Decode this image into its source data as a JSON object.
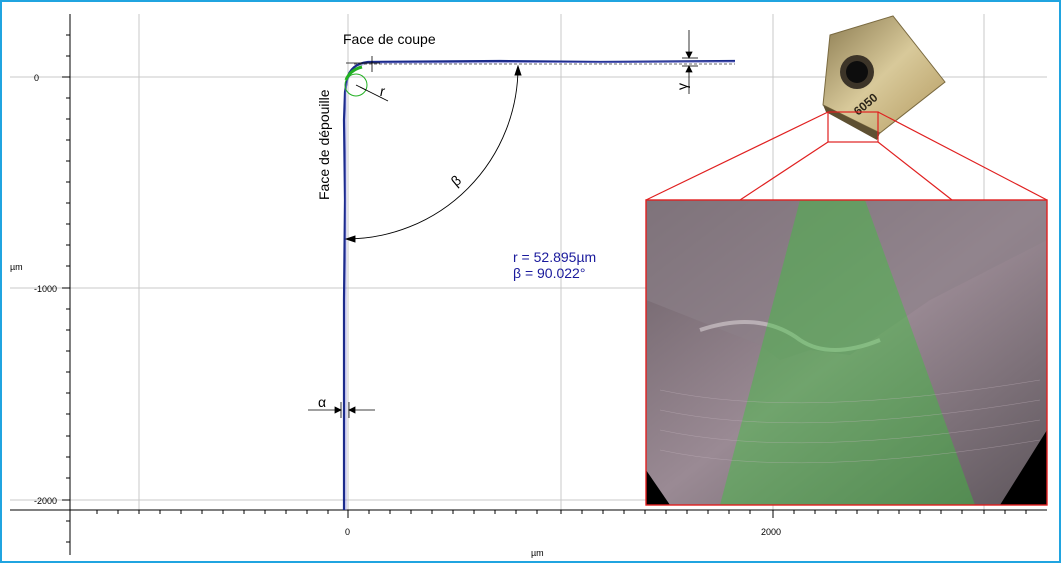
{
  "plot": {
    "x_axis_label": "µm",
    "y_axis_label": "µm",
    "x_ticks": [
      "0",
      "2000"
    ],
    "y_ticks": [
      "0",
      "-1000",
      "-2000"
    ]
  },
  "annotations": {
    "face_coupe": "Face de coupe",
    "face_depouille": "Face de dépouille",
    "radius_symbol": "r",
    "beta_symbol": "β",
    "alpha_symbol": "α",
    "gamma_symbol": "γ"
  },
  "measurements": {
    "radius": "r = 52.895µm",
    "angle": "β = 90.022°"
  },
  "insert_photo": {
    "marking": "6050"
  },
  "colors": {
    "frame": "#20a4e0",
    "profile": "#1c2c8c",
    "fit": "#22b022",
    "callout": "#e02020",
    "measure_text": "#1a1a9c"
  }
}
